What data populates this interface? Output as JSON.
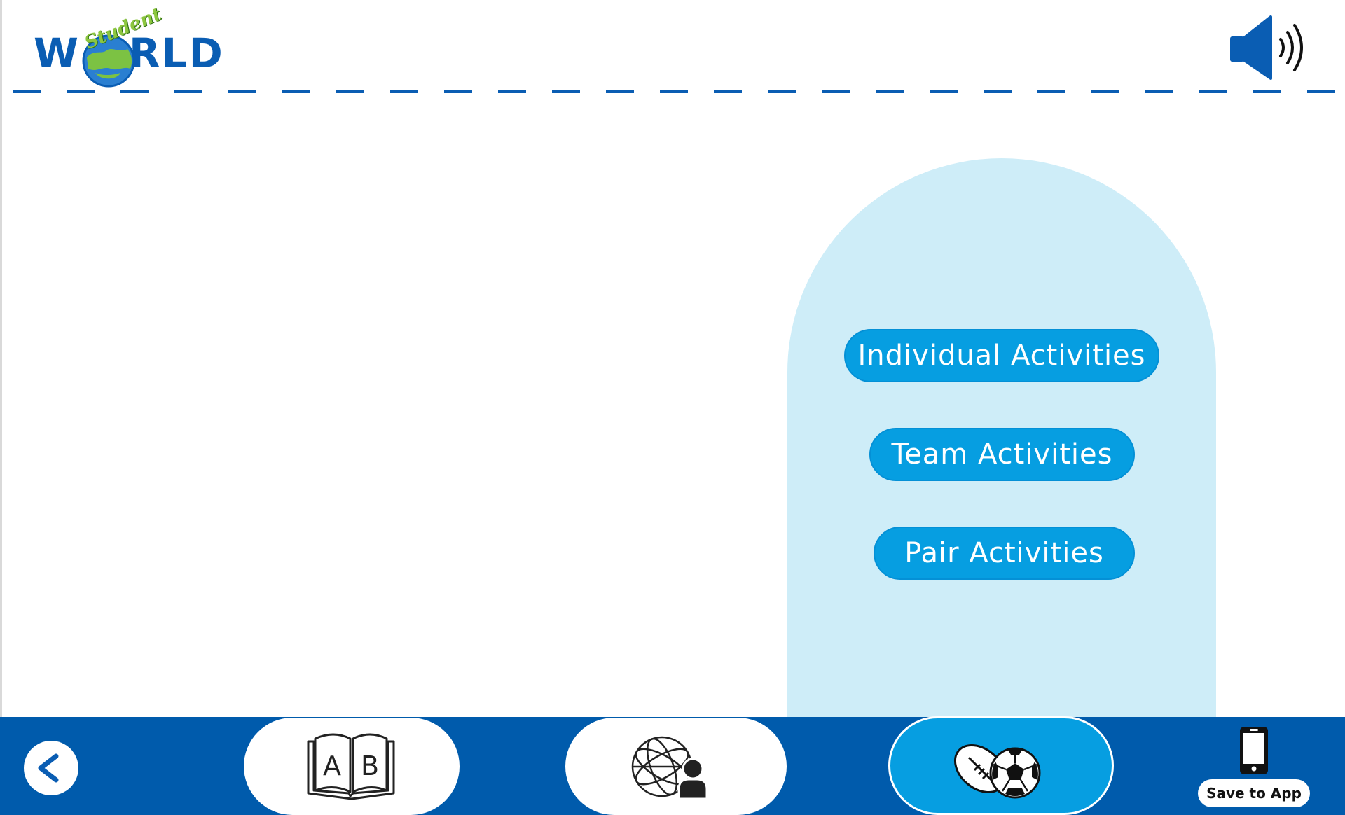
{
  "header": {
    "logo": {
      "word": "W",
      "word_rest": "RLD",
      "sub": "Student"
    },
    "speaker_icon": "speaker-volume-icon"
  },
  "activities": {
    "individual_label": "Individual Activities",
    "team_label": "Team Activities",
    "pair_label": "Pair Activities"
  },
  "nav": {
    "back_icon": "chevron-left-icon",
    "reading_icon": "book-ab-icon",
    "world_icon": "globe-person-icon",
    "sports_icon": "football-soccer-icon",
    "active_tab": "sports",
    "save_icon": "phone-icon",
    "save_label": "Save to App"
  },
  "colors": {
    "brand_blue": "#005bac",
    "accent_blue": "#069ee1",
    "arch_light_blue": "#ceedf8",
    "logo_green": "#8cc63f"
  }
}
